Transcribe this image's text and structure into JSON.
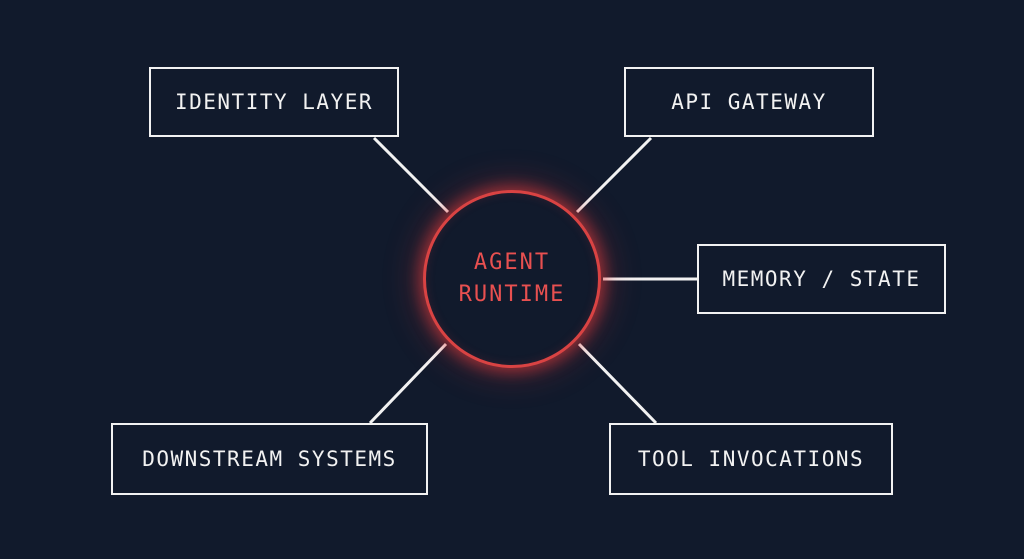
{
  "hub": {
    "line1": "AGENT",
    "line2": "RUNTIME"
  },
  "nodes": {
    "identity": "IDENTITY LAYER",
    "gateway": "API GATEWAY",
    "memory": "MEMORY / STATE",
    "downstream": "DOWNSTREAM SYSTEMS",
    "tools": "TOOL INVOCATIONS"
  },
  "colors": {
    "background": "#111a2c",
    "node_border": "#f2f2f2",
    "hub_accent": "#d94343"
  }
}
